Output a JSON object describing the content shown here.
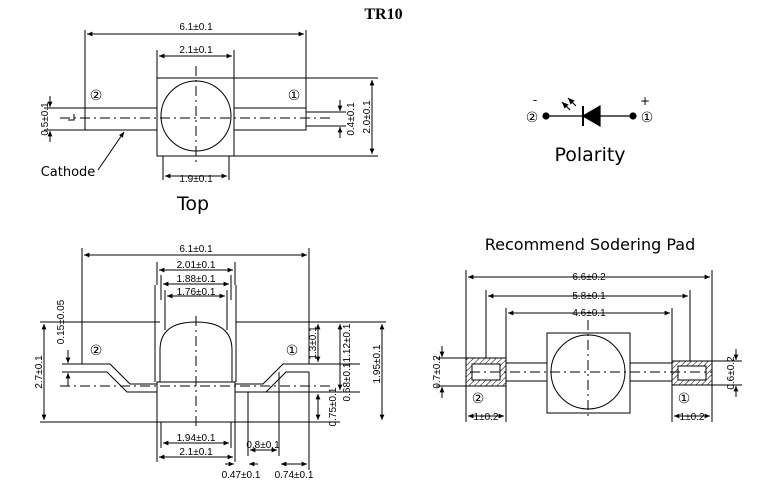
{
  "title": "TR10",
  "top_view": {
    "label": "Top",
    "cathode_label": "Cathode",
    "pin2": "②",
    "pin1": "①",
    "dims": {
      "overall_width": "6.1±0.1",
      "body_width": "2.1±0.1",
      "bottom_width": "1.9±0.1",
      "left_height": "0.5±0.1",
      "right_lead": "0.4±0.1",
      "right_height": "2.0±0.1"
    }
  },
  "polarity": {
    "label": "Polarity",
    "pin2": "②",
    "pin1": "①",
    "minus": "-",
    "plus": "+"
  },
  "side_view": {
    "pin2": "②",
    "pin1": "①",
    "dims": {
      "overall_width": "6.1±0.1",
      "w1": "2.01±0.1",
      "w2": "1.88±0.1",
      "w3": "1.76±0.1",
      "bottom1": "1.94±0.1",
      "bottom2": "2.1±0.1",
      "d08": "0.8±0.1",
      "d047": "0.47±0.1",
      "d074": "0.74±0.1",
      "h27": "2.7±0.1",
      "h015": "0.15±0.05",
      "h13": "1.3±0.1",
      "h112": "1.12±0.1",
      "h195": "1.95±0.1",
      "h068": "0.68±0.1",
      "h075": "0.75±0.1"
    }
  },
  "pad": {
    "title": "Recommend Sodering Pad",
    "pin2": "②",
    "pin1": "①",
    "dims": {
      "overall": "6.6±0.2",
      "mid": "5.8±0.1",
      "inner": "4.6±0.1",
      "left_h": "0.7±0.2",
      "right_h": "0.6±0.2",
      "left_w": "1±0.2",
      "right_w": "1±0.2"
    }
  }
}
